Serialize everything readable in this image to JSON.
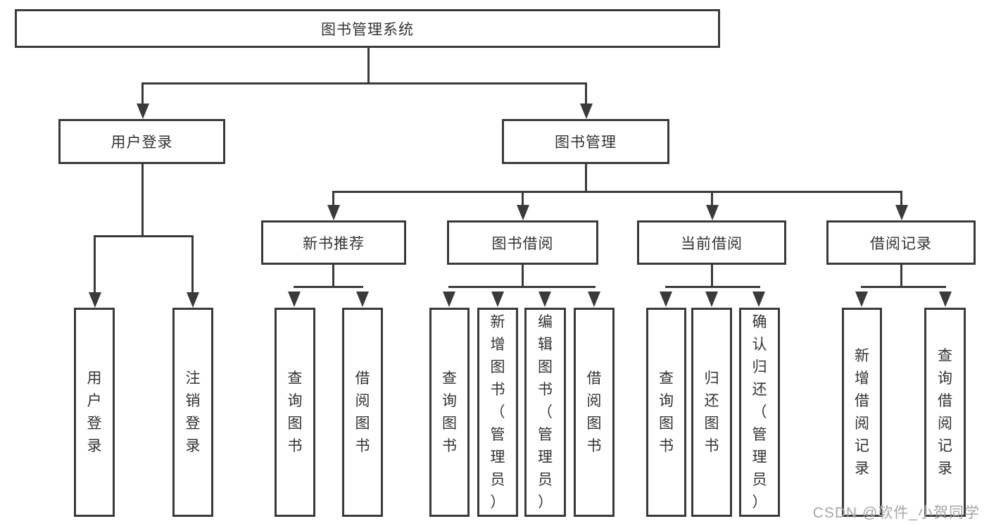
{
  "diagram_title": "图书管理系统",
  "watermark": "CSDN @软件_小贺同学",
  "colors": {
    "line": "#3a3a3a",
    "box_background": "#ffffff",
    "text": "#333333",
    "watermark": "#a6a6a6"
  },
  "nodes": {
    "root": {
      "label": "图书管理系统"
    },
    "user_login": {
      "label": "用户登录"
    },
    "book_mgmt": {
      "label": "图书管理"
    },
    "new_book_rec": {
      "label": "新书推荐"
    },
    "book_borrow": {
      "label": "图书借阅"
    },
    "current_borrow": {
      "label": "当前借阅"
    },
    "borrow_records": {
      "label": "借阅记录"
    },
    "leaf_user_login": {
      "label": "用户登录"
    },
    "leaf_logout": {
      "label": "注销登录"
    },
    "leaf_query_books_1": {
      "label": "查询图书"
    },
    "leaf_borrow_books_1": {
      "label": "借阅图书"
    },
    "leaf_query_books_2": {
      "label": "查询图书"
    },
    "leaf_add_books": {
      "label": "新增图书（管理员）"
    },
    "leaf_edit_books": {
      "label": "编辑图书（管理员）"
    },
    "leaf_borrow_books_2": {
      "label": "借阅图书"
    },
    "leaf_query_books_3": {
      "label": "查询图书"
    },
    "leaf_return_books": {
      "label": "归还图书"
    },
    "leaf_confirm_return": {
      "label": "确认归还（管理员）"
    },
    "leaf_add_borrow_record": {
      "label": "新增借阅记录"
    },
    "leaf_query_borrow_record": {
      "label": "查询借阅记录"
    }
  },
  "edges": [
    {
      "from": "root",
      "to": [
        "user_login",
        "book_mgmt"
      ]
    },
    {
      "from": "user_login",
      "to": [
        "leaf_user_login",
        "leaf_logout"
      ]
    },
    {
      "from": "book_mgmt",
      "to": [
        "new_book_rec",
        "book_borrow",
        "current_borrow",
        "borrow_records"
      ]
    },
    {
      "from": "new_book_rec",
      "to": [
        "leaf_query_books_1",
        "leaf_borrow_books_1"
      ]
    },
    {
      "from": "book_borrow",
      "to": [
        "leaf_query_books_2",
        "leaf_add_books",
        "leaf_edit_books",
        "leaf_borrow_books_2"
      ]
    },
    {
      "from": "current_borrow",
      "to": [
        "leaf_query_books_3",
        "leaf_return_books",
        "leaf_confirm_return"
      ]
    },
    {
      "from": "borrow_records",
      "to": [
        "leaf_add_borrow_record",
        "leaf_query_borrow_record"
      ]
    }
  ]
}
